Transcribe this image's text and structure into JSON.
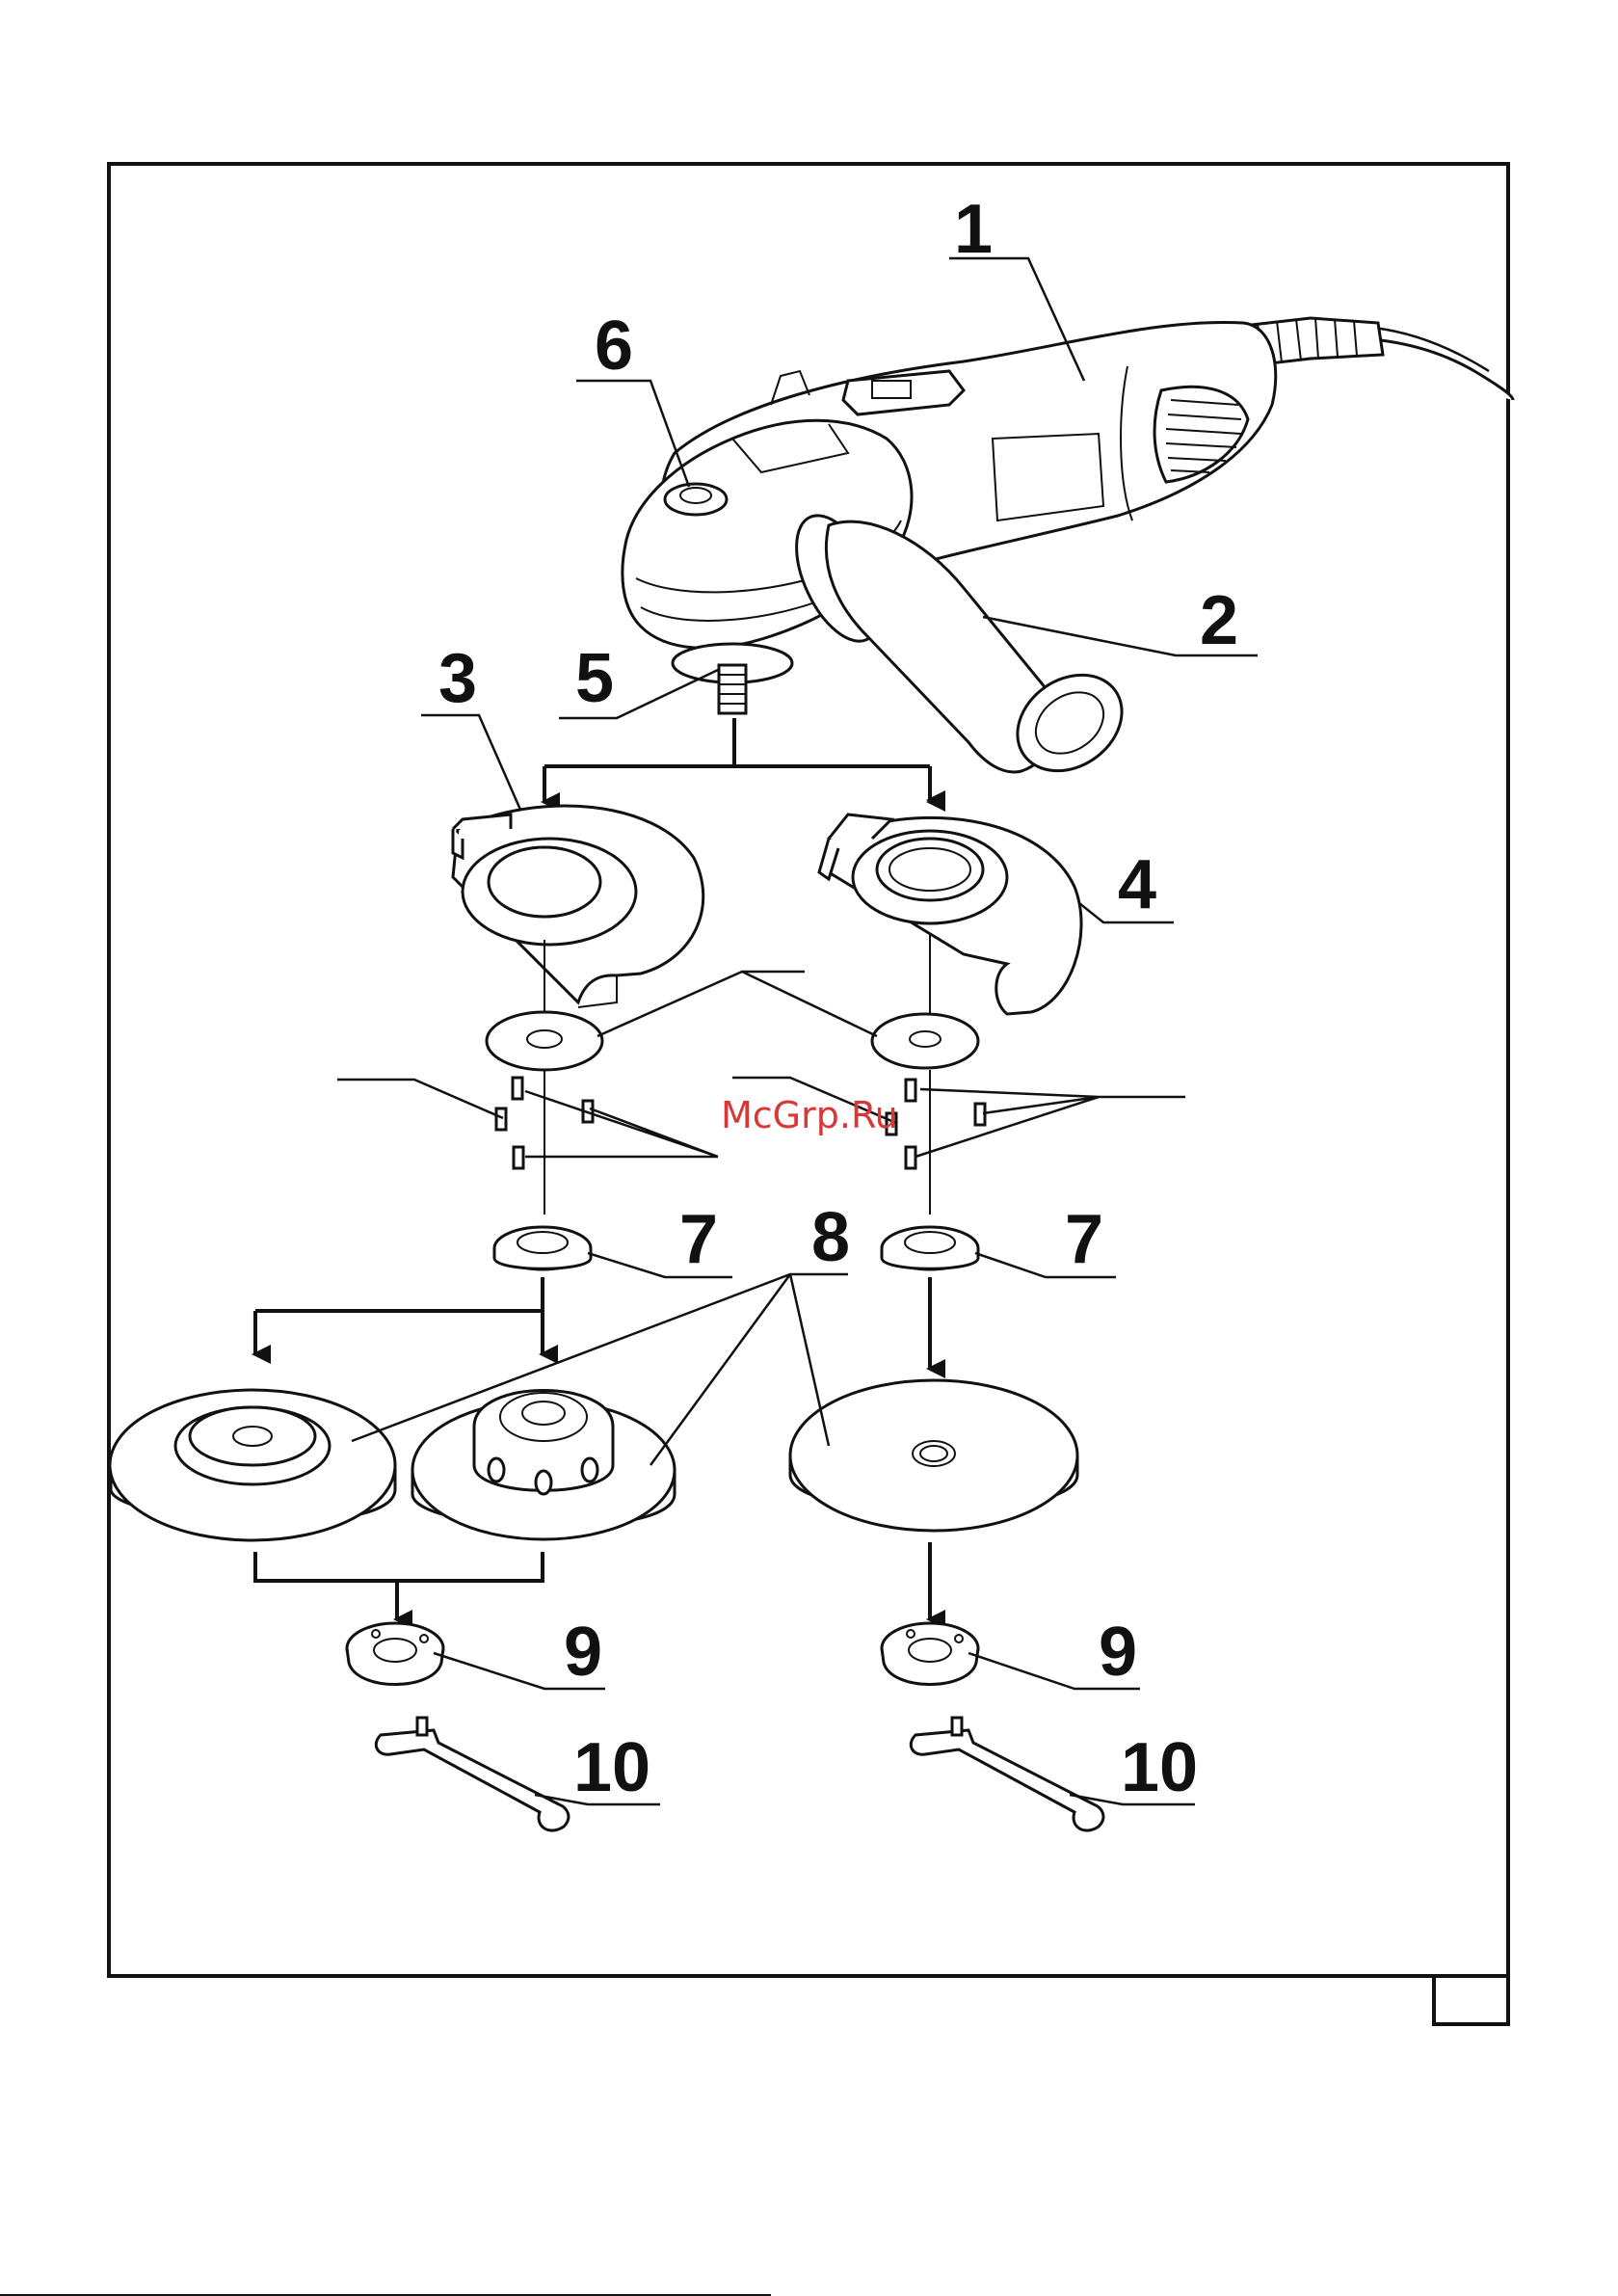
{
  "labels": {
    "l1": "1",
    "l2": "2",
    "l3": "3",
    "l4": "4",
    "l5": "5",
    "l6": "6",
    "l7a": "7",
    "l7b": "7",
    "l8": "8",
    "l9a": "9",
    "l9b": "9",
    "l10a": "10",
    "l10b": "10"
  },
  "watermark": "McGrp.Ru",
  "colors": {
    "ink": "#111111",
    "watermark": "#d93636",
    "paper": "#ffffff"
  }
}
